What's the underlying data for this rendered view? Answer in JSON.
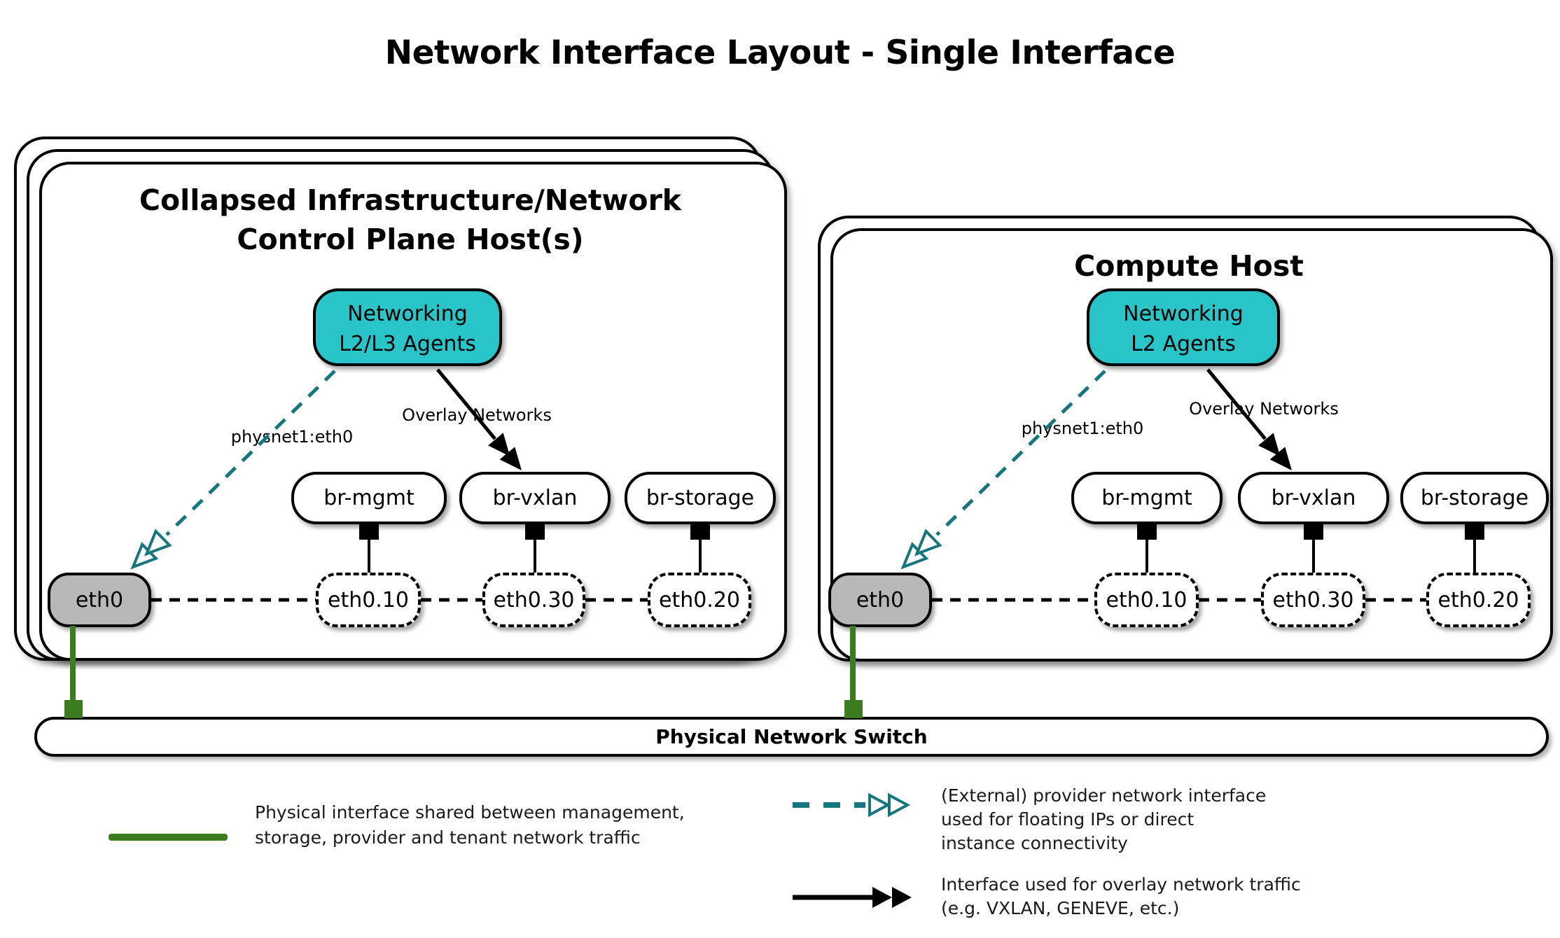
{
  "title": "Network Interface Layout - Single Interface",
  "hosts": [
    {
      "title_lines": [
        "Collapsed Infrastructure/Network",
        "Control Plane Host(s)"
      ],
      "agent_lines": [
        "Networking",
        "L2/L3 Agents"
      ],
      "provider_label": "physnet1:eth0",
      "overlay_label": "Overlay Networks",
      "bridges": [
        "br-mgmt",
        "br-vxlan",
        "br-storage"
      ],
      "interfaces": [
        "eth0",
        "eth0.10",
        "eth0.30",
        "eth0.20"
      ]
    },
    {
      "title_lines": [
        "Compute Host"
      ],
      "agent_lines": [
        "Networking",
        "L2 Agents"
      ],
      "provider_label": "physnet1:eth0",
      "overlay_label": "Overlay Networks",
      "bridges": [
        "br-mgmt",
        "br-vxlan",
        "br-storage"
      ],
      "interfaces": [
        "eth0",
        "eth0.10",
        "eth0.30",
        "eth0.20"
      ]
    }
  ],
  "switch_label": "Physical Network Switch",
  "legend": [
    {
      "symbol": "green-solid-line",
      "lines": [
        "Physical interface shared between management,",
        "storage, provider and tenant network traffic"
      ]
    },
    {
      "symbol": "teal-dashed-double-open-arrow",
      "lines": [
        "(External) provider network interface",
        "used for floating IPs or direct",
        "instance connectivity"
      ]
    },
    {
      "symbol": "black-solid-double-arrow",
      "lines": [
        "Interface used for overlay network traffic",
        "(e.g. VXLAN, GENEVE, etc.)"
      ]
    }
  ],
  "colors": {
    "agent_fill": "#29c4c8",
    "provider_arrow": "#17767d",
    "physical_link": "#3d7b1f",
    "interface_fill": "#b8b8b8",
    "ink": "#000000"
  }
}
